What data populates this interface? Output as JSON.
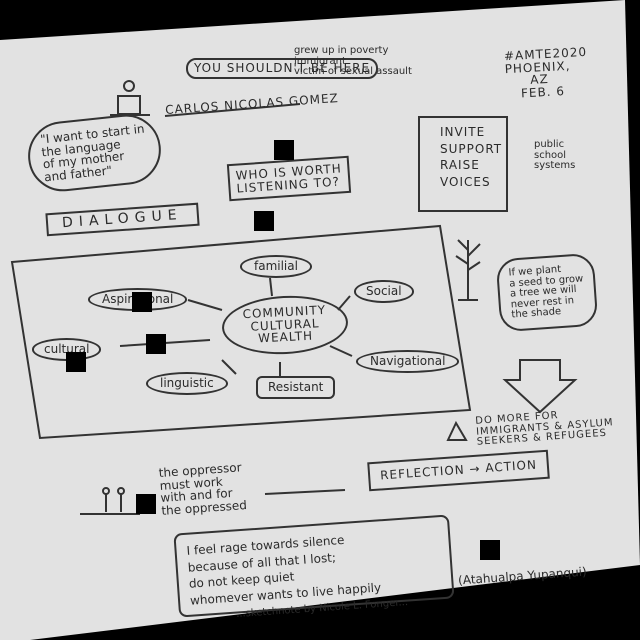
{
  "header": {
    "banner_left": "YOU SHOULDN'T BE HERE",
    "banner_right_lines": [
      "grew up in poverty",
      "immigrant",
      "victim of sexual assault"
    ],
    "speaker_name": "CARLOS NICOLAS GOMEZ",
    "event_lines": [
      "#AMTE2020",
      "PHOENIX,",
      "AZ",
      "FEB. 6"
    ]
  },
  "quote_start": [
    "\"I want to start in",
    "the language",
    "of my mother",
    "and father\""
  ],
  "invite_box": [
    "INVITE",
    "SUPPORT",
    "RAISE",
    "VOICES"
  ],
  "public_school": [
    "public",
    "school",
    "systems"
  ],
  "question": [
    "WHO IS WORTH",
    "LISTENING TO?"
  ],
  "dialogue": "DIALOGUE",
  "ccw": {
    "center": [
      "COMMUNITY",
      "CULTURAL",
      "WEALTH"
    ],
    "nodes": {
      "familial": "familial",
      "aspirational": "Aspirational",
      "social": "Social",
      "cultural": "cultural",
      "linguistic": "linguistic",
      "resistant": "Resistant",
      "navigational": "Navigational"
    }
  },
  "tree_quote": [
    "If we plant",
    "a seed to grow",
    "a tree we will",
    "never rest in",
    "the shade"
  ],
  "do_more": [
    "DO MORE FOR",
    "IMMIGRANTS & ASYLUM",
    "SEEKERS & REFUGEES"
  ],
  "oppressor": [
    "the oppressor",
    "must work",
    "with and for",
    "the oppressed"
  ],
  "reflection": "REFLECTION → ACTION",
  "rage_quote": [
    "I feel rage towards silence",
    "because of all that I lost;",
    "do not keep quiet",
    "whomever wants to live happily"
  ],
  "attribution": "(Atahualpa Yupanqui)",
  "footer": "...sketchnote by Nicole L. Fonger...",
  "colors": {
    "paper": "#e2e2e2",
    "ink": "#2b2b2b",
    "background": "#000000"
  }
}
